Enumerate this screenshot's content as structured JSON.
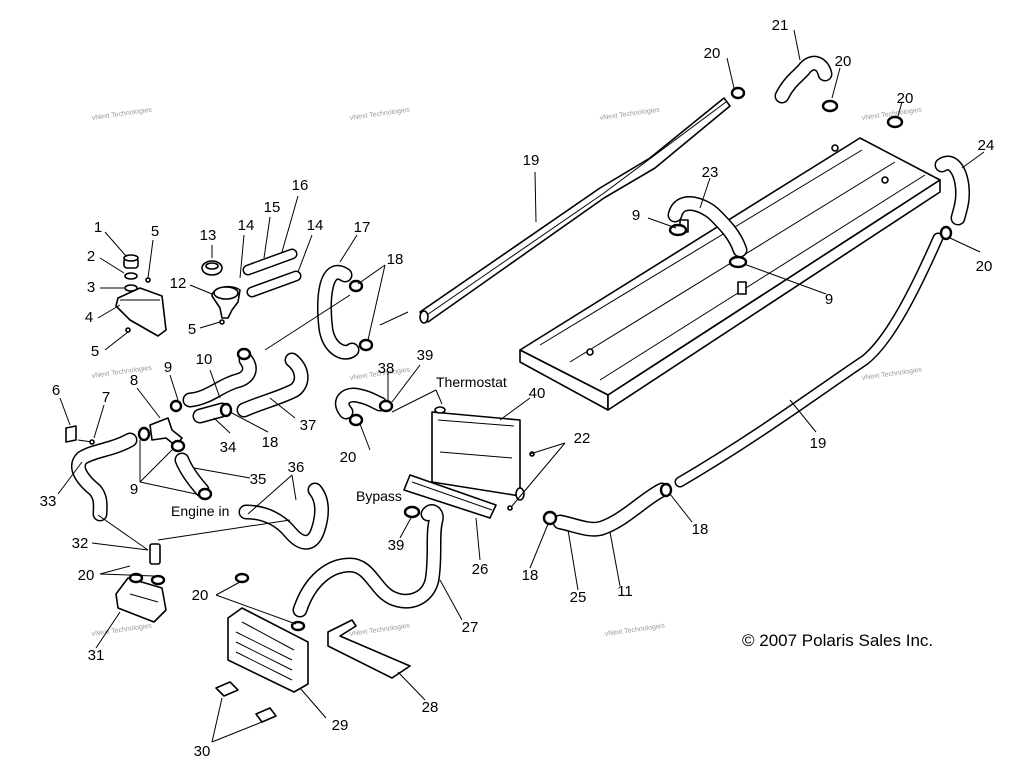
{
  "callouts": {
    "n1": "1",
    "n2": "2",
    "n3": "3",
    "n4": "4",
    "n5a": "5",
    "n5b": "5",
    "n5c": "5",
    "n6": "6",
    "n7": "7",
    "n8": "8",
    "n9a": "9",
    "n9b": "9",
    "n9c": "9",
    "n9d": "9",
    "n10": "10",
    "n11": "11",
    "n12": "12",
    "n13": "13",
    "n14a": "14",
    "n14b": "14",
    "n15": "15",
    "n16": "16",
    "n17": "17",
    "n18a": "18",
    "n18b": "18",
    "n18c": "18",
    "n18d": "18",
    "n19a": "19",
    "n19b": "19",
    "n20a": "20",
    "n20b": "20",
    "n20c": "20",
    "n20d": "20",
    "n20e": "20",
    "n20f": "20",
    "n20g": "20",
    "n21": "21",
    "n23": "23",
    "n24": "24",
    "n25": "25",
    "n26": "26",
    "n27": "27",
    "n28": "28",
    "n29": "29",
    "n30": "30",
    "n31": "31",
    "n32": "32",
    "n33": "33",
    "n34": "34",
    "n35": "35",
    "n36": "36",
    "n37": "37",
    "n38": "38",
    "n39a": "39",
    "n39b": "39",
    "n40": "40",
    "n22": "22"
  },
  "labels": {
    "thermostat": "Thermostat",
    "bypass": "Bypass",
    "engine_in": "Engine in"
  },
  "copyright": "© 2007 Polaris Sales Inc.",
  "watermark": "vNext Technologies"
}
